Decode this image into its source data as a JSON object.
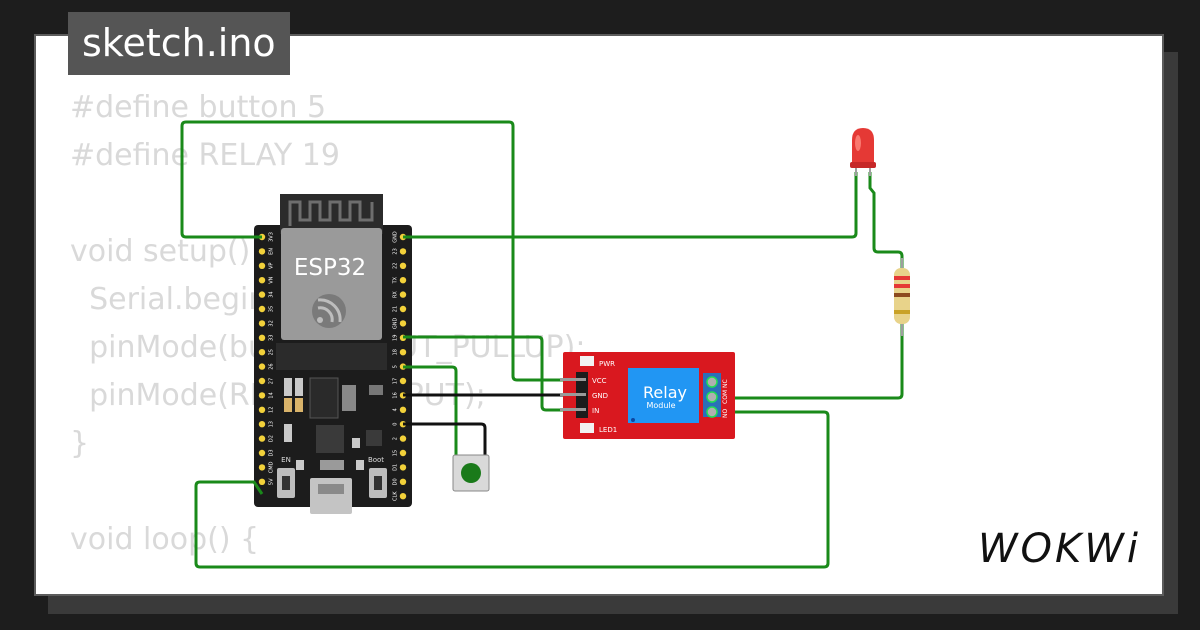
{
  "tab": {
    "filename": "sketch.ino"
  },
  "code": {
    "lines": [
      "#define button 5",
      "#define RELAY 19",
      "",
      "void setup() {",
      "  Serial.begin(115200);",
      "  pinMode(button, INPUT_PULLUP);",
      "  pinMode(RELAY, OUTPUT);",
      "}",
      "",
      "void loop() {"
    ]
  },
  "board": {
    "label": "ESP32",
    "left_pins": [
      "3V3",
      "EN",
      "VP",
      "VN",
      "34",
      "35",
      "32",
      "33",
      "25",
      "26",
      "27",
      "14",
      "12",
      "13",
      "D2",
      "D3",
      "CMD",
      "5V"
    ],
    "right_pins": [
      "GND",
      "23",
      "22",
      "TX",
      "RX",
      "21",
      "GND",
      "19",
      "18",
      "5",
      "17",
      "16",
      "4",
      "0",
      "2",
      "15",
      "D1",
      "D0",
      "CLK"
    ],
    "en_label": "EN",
    "boot_label": "Boot"
  },
  "relay": {
    "title": "Relay",
    "subtitle": "Module",
    "pins": [
      "VCC",
      "GND",
      "IN"
    ],
    "pwr_label": "PWR",
    "led_label": "LED1",
    "terminals": [
      "NO",
      "COM",
      "NC"
    ]
  },
  "logo": {
    "text": "WOKWi"
  },
  "colors": {
    "wire": "#1a8a1a",
    "wire_black": "#111111",
    "board": "#1c1c1c",
    "relay_board": "#d9181f",
    "relay_block": "#2196f3",
    "led": "#e53935",
    "tab_bg": "#555555",
    "code_text": "#d9d9d9"
  }
}
